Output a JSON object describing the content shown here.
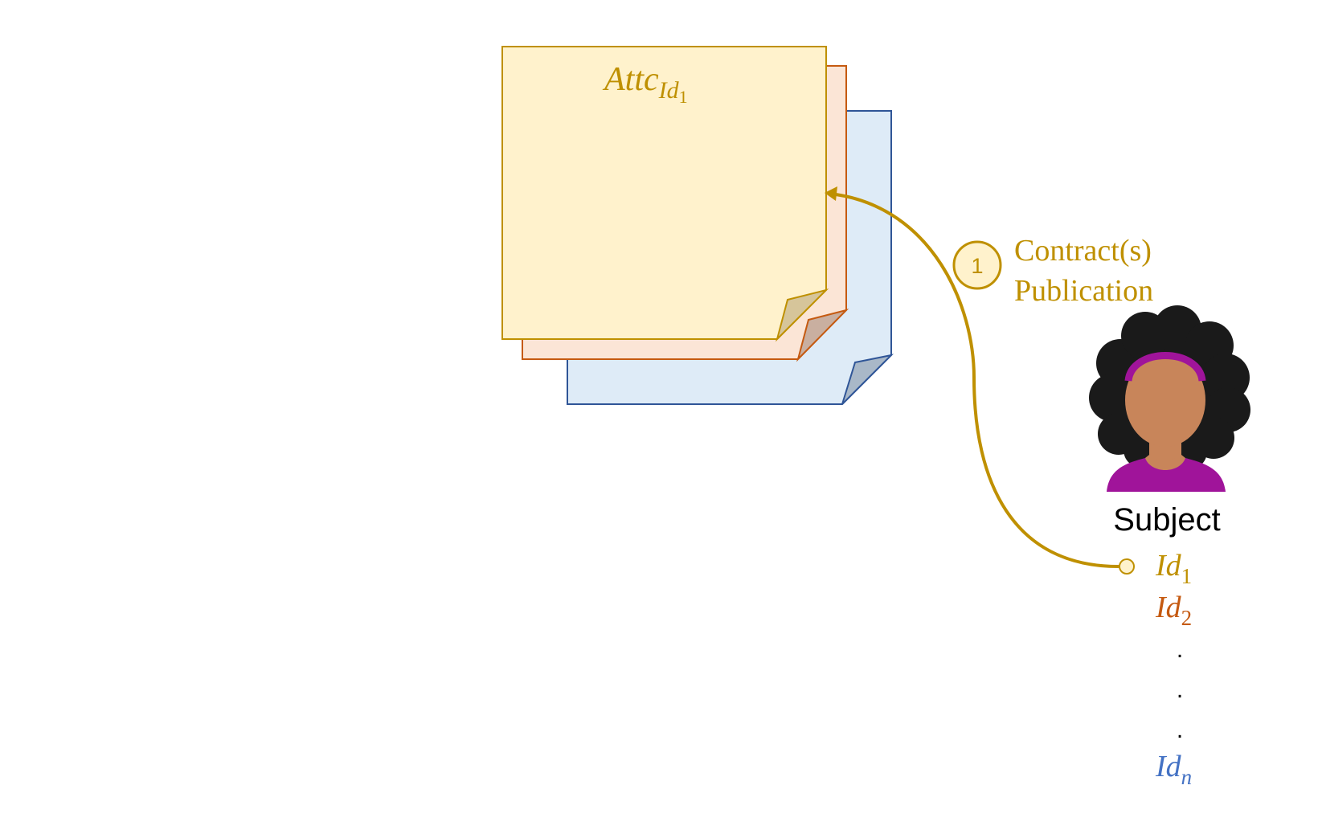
{
  "diagram": {
    "document": {
      "title_main": "Attc",
      "title_sub_main": "Id",
      "title_sub_index": "1"
    },
    "step": {
      "number": "1",
      "label_line1": "Contract(s)",
      "label_line2": "Publication"
    },
    "subject": {
      "label": "Subject",
      "ids": [
        {
          "main": "Id",
          "sub": "1",
          "color": "#BF9000"
        },
        {
          "main": "Id",
          "sub": "2",
          "color": "#C55A11"
        },
        {
          "main": "Id",
          "sub": "n",
          "color": "#4472C4"
        }
      ],
      "ellipsis": [
        ".",
        ".",
        "."
      ]
    },
    "colors": {
      "gold": "#BF9000",
      "gold_fill": "#FFF2CC",
      "orange": "#C55A11",
      "orange_fill": "#FBE5D6",
      "blue": "#2F5597",
      "blue_fill": "#DEEBF7",
      "skin": "#C8855A",
      "hair": "#1A1A1A",
      "shirt": "#A0149A"
    }
  }
}
